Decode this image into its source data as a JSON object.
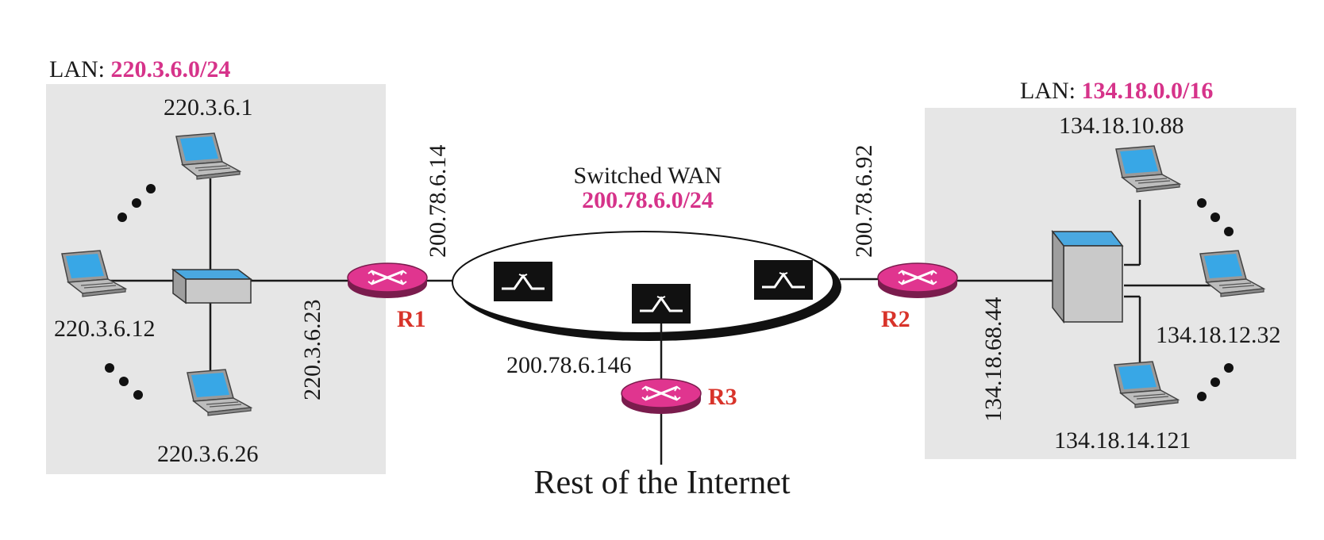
{
  "lans": {
    "left": {
      "prefix": "LAN: ",
      "network": "220.3.6.0/24"
    },
    "right": {
      "prefix": "LAN: ",
      "network": "134.18.0.0/16"
    }
  },
  "hosts": {
    "left_top": "220.3.6.1",
    "left_mid": "220.3.6.12",
    "left_bottom": "220.3.6.26",
    "right_top": "134.18.10.88",
    "right_mid": "134.18.12.32",
    "right_bottom": "134.18.14.121"
  },
  "interfaces": {
    "r1_lan": "220.3.6.23",
    "r1_wan": "200.78.6.14",
    "r2_wan": "200.78.6.92",
    "r2_lan": "134.18.68.44",
    "r3_wan": "200.78.6.146"
  },
  "wan": {
    "title": "Switched WAN",
    "network": "200.78.6.0/24"
  },
  "routers": {
    "r1": "R1",
    "r2": "R2",
    "r3": "R3"
  },
  "internet_label": "Rest of the Internet",
  "colors": {
    "accent_pink": "#d6338a",
    "router_label_red": "#d8332a",
    "lan_background": "#e6e6e6",
    "laptop_screen": "#38a7e6",
    "switch_top": "#4aa8e0"
  }
}
